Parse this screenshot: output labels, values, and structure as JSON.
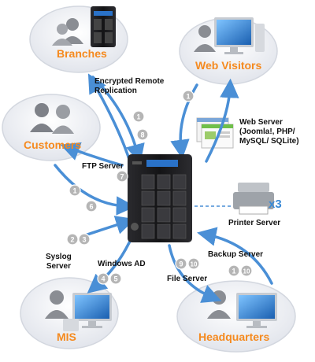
{
  "nodes": {
    "branches": "Branches",
    "web_visitors": "Web Visitors",
    "customers": "Customers",
    "mis": "MIS",
    "headquarters": "Headquarters"
  },
  "services": {
    "encrypted_remote_replication_line1": "Encrypted Remote",
    "encrypted_remote_replication_line2": "Replication",
    "web_server_line1": "Web Server",
    "web_server_line2": "(Joomla!, PHP/",
    "web_server_line3": "MySQL/ SQLite)",
    "ftp_server": "FTP Server",
    "printer_server": "Printer Server",
    "syslog_server_line1": "Syslog",
    "syslog_server_line2": "Server",
    "windows_ad": "Windows AD",
    "file_server": "File Server",
    "backup_server": "Backup Server"
  },
  "printer_multiplier": "x3",
  "step_badges": [
    "1",
    "8",
    "1",
    "7",
    "1",
    "6",
    "2",
    "3",
    "4",
    "5",
    "9",
    "10",
    "1",
    "10"
  ],
  "colors": {
    "node_label": "#f58a1f",
    "arrow": "#4a8fd6",
    "badge": "#b5b5b5",
    "ellipse": "#eef0f4"
  }
}
